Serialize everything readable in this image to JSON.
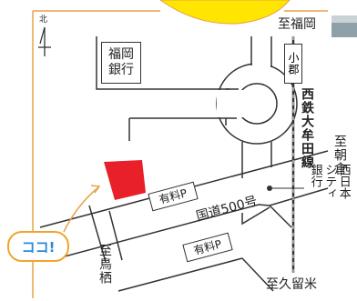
{
  "compass": {
    "label": "北"
  },
  "labels": {
    "fukuoka_bank": "福岡\n銀行",
    "to_fukuoka": "至福岡",
    "ogori": "小郡",
    "railway": "西鉄大牟田線",
    "to_asakura": "至朝倉",
    "nishinippon": "西日本\nシティ\n銀行",
    "national_route": "国道500号",
    "parking": "有料P",
    "to_tosu": "至鳥栖",
    "to_kurume": "至久留米",
    "here": "ココ!"
  },
  "colors": {
    "frame": "#e8a24a",
    "sun": "#ffe600",
    "target": "#e8202a",
    "here_border": "#f0a52a",
    "here_text": "#2a8bd6",
    "line": "#333333"
  }
}
